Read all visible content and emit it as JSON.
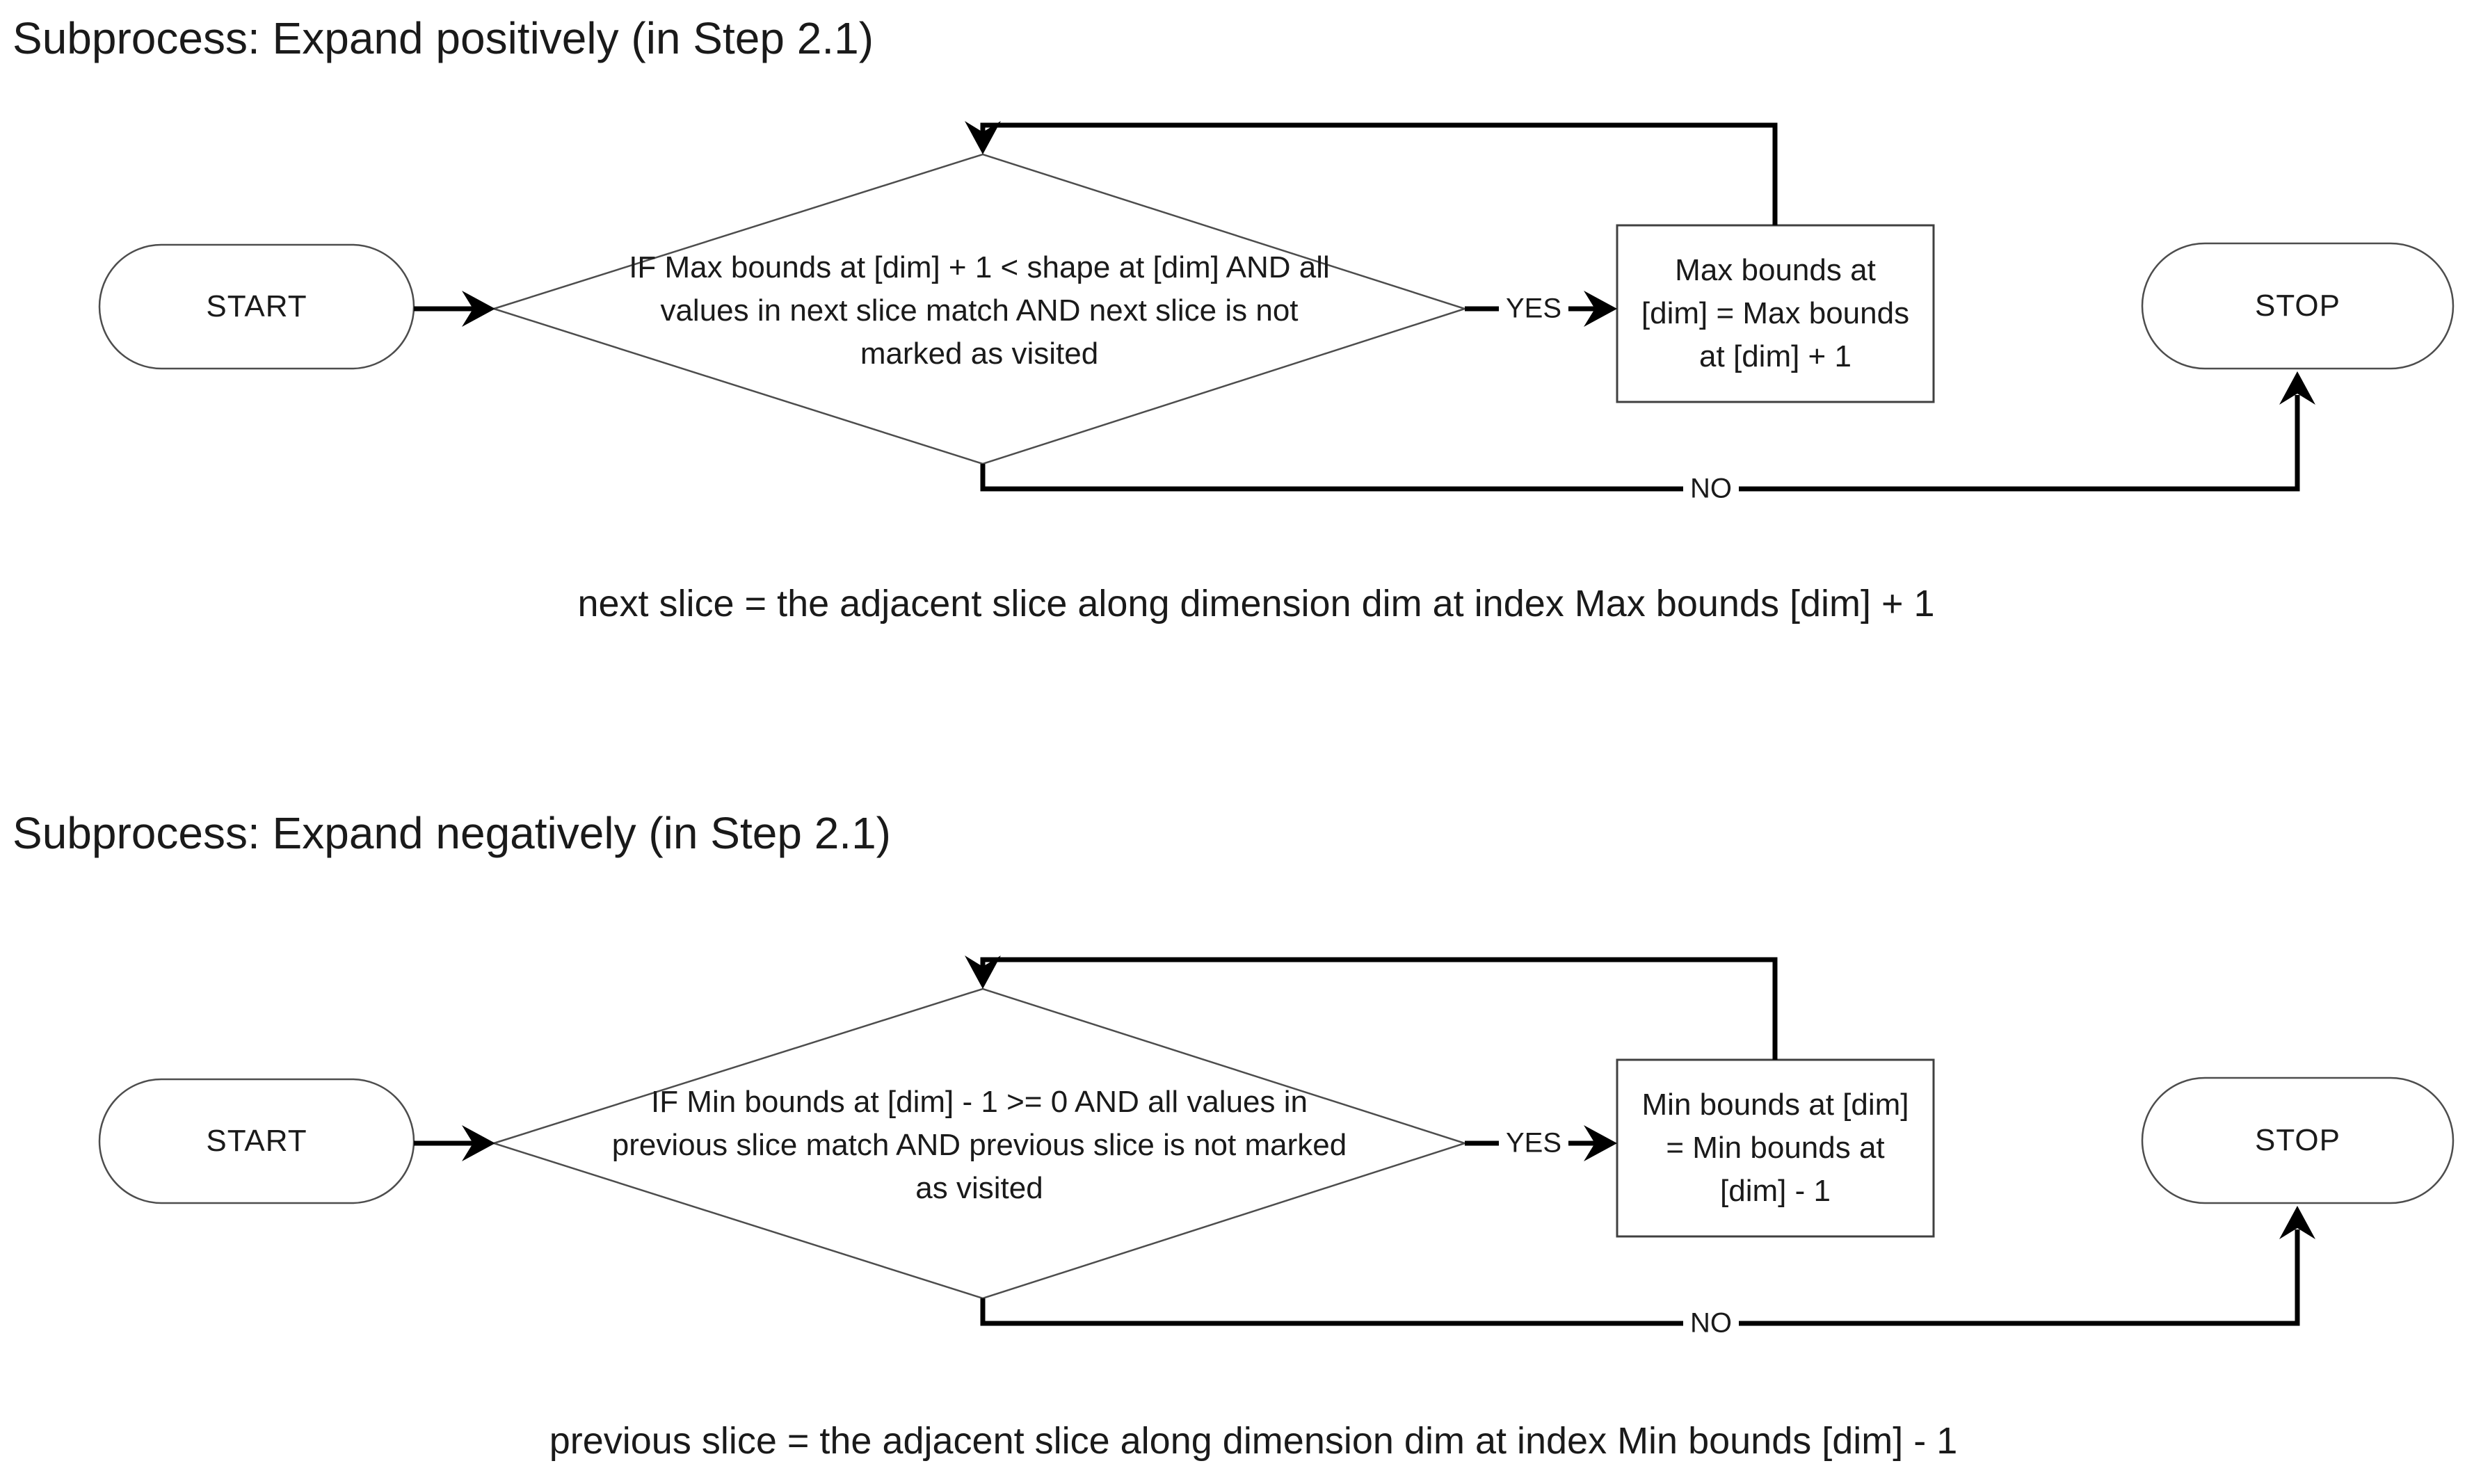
{
  "colors": {
    "background": "#ffffff",
    "text": "#1a1a1a",
    "connector": "#000000",
    "shape_outline": "#4d4d4d"
  },
  "flow1": {
    "title": "Subprocess: Expand positively (in Step 2.1)",
    "start_label": "START",
    "decision_lines": [
      "IF Max bounds at [dim] + 1 < shape at [dim] AND all",
      "values in next slice match AND next slice is not",
      "marked as visited"
    ],
    "yes_label": "YES",
    "no_label": "NO",
    "process_lines": [
      "Max bounds at",
      "[dim] = Max bounds",
      "at [dim] + 1"
    ],
    "stop_label": "STOP",
    "note": "next slice = the adjacent slice along dimension dim at index Max bounds [dim] + 1"
  },
  "flow2": {
    "title": "Subprocess: Expand negatively (in Step 2.1)",
    "start_label": "START",
    "decision_lines": [
      "IF Min bounds at [dim] - 1 >= 0 AND all values in",
      "previous slice match AND previous slice is not marked",
      "as visited"
    ],
    "yes_label": "YES",
    "no_label": "NO",
    "process_lines": [
      "Min bounds at [dim]",
      "= Min bounds at",
      "[dim] - 1"
    ],
    "stop_label": "STOP",
    "note": "previous slice = the adjacent slice along dimension dim at index Min bounds [dim] - 1"
  }
}
